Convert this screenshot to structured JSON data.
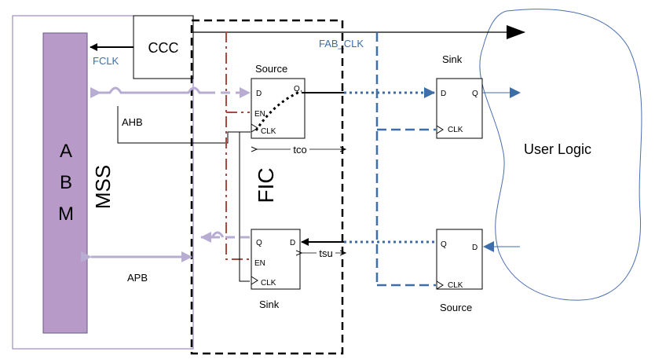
{
  "labels": {
    "abm": [
      "A",
      "B",
      "M"
    ],
    "mss": "MSS",
    "ccc": "CCC",
    "fclk": "FCLK",
    "fab_clk": "FAB_CLK",
    "ahb": "AHB",
    "apb": "APB",
    "fic": "FIC",
    "user_logic": "User Logic",
    "tco": "tco",
    "tsu": "tsu"
  },
  "flipflops": {
    "fic_source": {
      "title": "Source",
      "d": "D",
      "q": "Q",
      "en": "EN",
      "clk": "CLK"
    },
    "fic_sink": {
      "title": "Sink",
      "d": "D",
      "q": "Q",
      "en": "EN",
      "clk": "CLK"
    },
    "fab_sink": {
      "title": "Sink",
      "d": "D",
      "q": "Q",
      "clk": "CLK"
    },
    "fab_source": {
      "title": "Source",
      "d": "D",
      "q": "Q",
      "clk": "CLK"
    }
  },
  "colors": {
    "blue": "#3d6ea8",
    "lavender": "#b9acd3",
    "abm_fill": "#b79ac8",
    "dark_red": "#a54b3f",
    "mss_border": "#8a76b3",
    "user_logic_stroke": "#4a6fb0"
  }
}
